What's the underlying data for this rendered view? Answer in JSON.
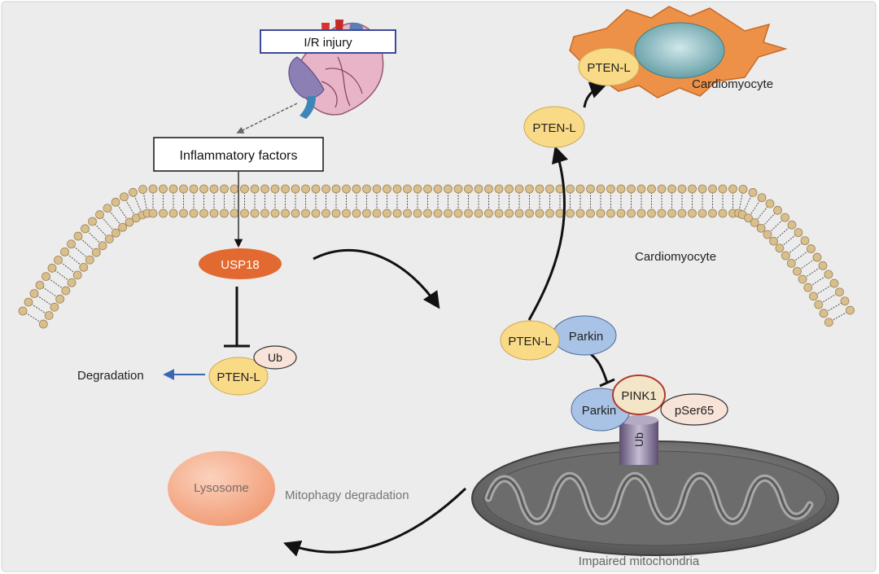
{
  "labels": {
    "ir_injury": "I/R injury",
    "inflammatory_factors": "Inflammatory factors",
    "usp18": "USP18",
    "ub": "Ub",
    "pten_l": "PTEN-L",
    "degradation": "Degradation",
    "lysosome": "Lysosome",
    "mitophagy_degradation": "Mitophagy degradation",
    "cardiomyocyte": "Cardiomyocyte",
    "parkin": "Parkin",
    "pink1": "PINK1",
    "pser65": "pSer65",
    "impaired_mitochondria": "Impaired mitochondria"
  },
  "colors": {
    "background": "#ececec",
    "usp18_fill": "#e2692f",
    "pten_fill": "#f9da86",
    "parkin_fill": "#a9c3e6",
    "ub_fill": "#f8e3d8",
    "pink1_stroke": "#b03a2e",
    "lysosome_fill": "#f6ae8e",
    "cell_fill": "#ee9148",
    "nucleus_fill": "#7fb3b7",
    "ub_stalk": "#8a7a9c",
    "mito_fill": "#707070",
    "membrane_head": "#d9bf8c",
    "degradation_arrow": "#3a66b3",
    "ir_box_stroke": "#3b4a9b"
  }
}
